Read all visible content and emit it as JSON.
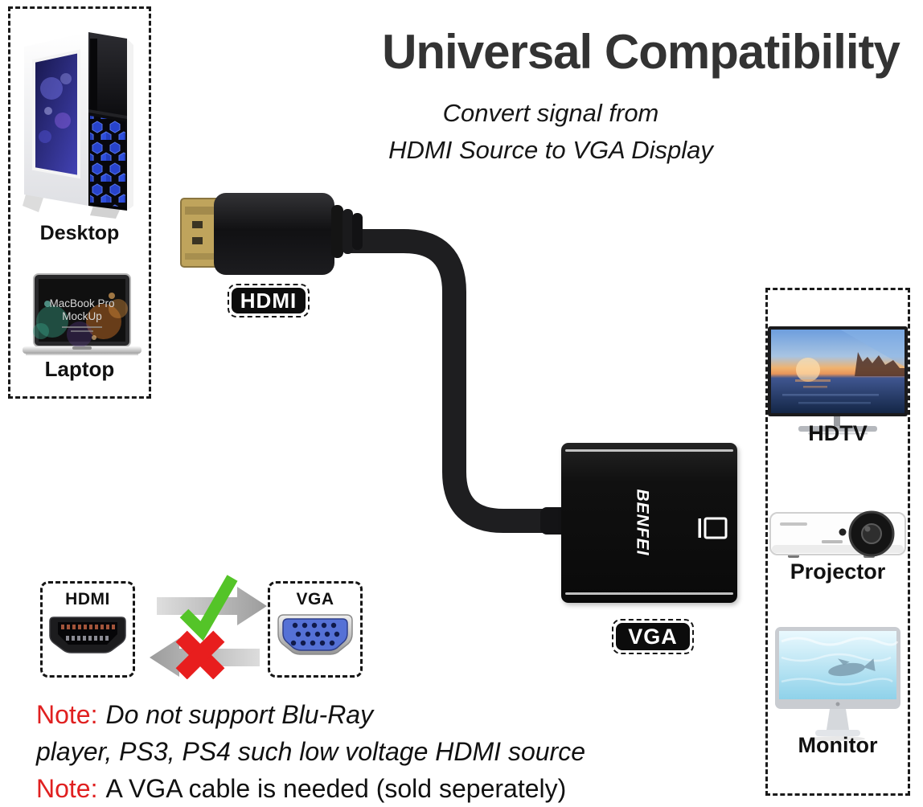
{
  "header": {
    "title": "Universal Compatibility",
    "subtitle_line1": "Convert signal from",
    "subtitle_line2": "HDMI Source to VGA Display"
  },
  "source_devices": {
    "desktop_label": "Desktop",
    "laptop_label": "Laptop",
    "laptop_screen_line1": "MacBook Pro",
    "laptop_screen_line2": "MockUp"
  },
  "connectors": {
    "hdmi_tag": "HDMI",
    "vga_tag": "VGA",
    "adapter_brand": "BENFEI"
  },
  "display_devices": {
    "hdtv_label": "HDTV",
    "projector_label": "Projector",
    "monitor_label": "Monitor"
  },
  "compatibility": {
    "hdmi_label": "HDMI",
    "vga_label": "VGA"
  },
  "notes": {
    "note1_label": "Note:",
    "note1_line1": "Do not support Blu-Ray",
    "note1_line2": "player, PS3, PS4 such low voltage HDMI source",
    "note2_label": "Note:",
    "note2_text": "A VGA cable is needed (sold seperately)"
  },
  "colors": {
    "note_red": "#e02020",
    "check_green": "#54c428",
    "cross_red": "#e81e1e",
    "vga_blue": "#5571d6",
    "arrow_gray": "#a9a9a9",
    "hex_glow_blue": "#2946d6",
    "title_gray": "#333333"
  }
}
